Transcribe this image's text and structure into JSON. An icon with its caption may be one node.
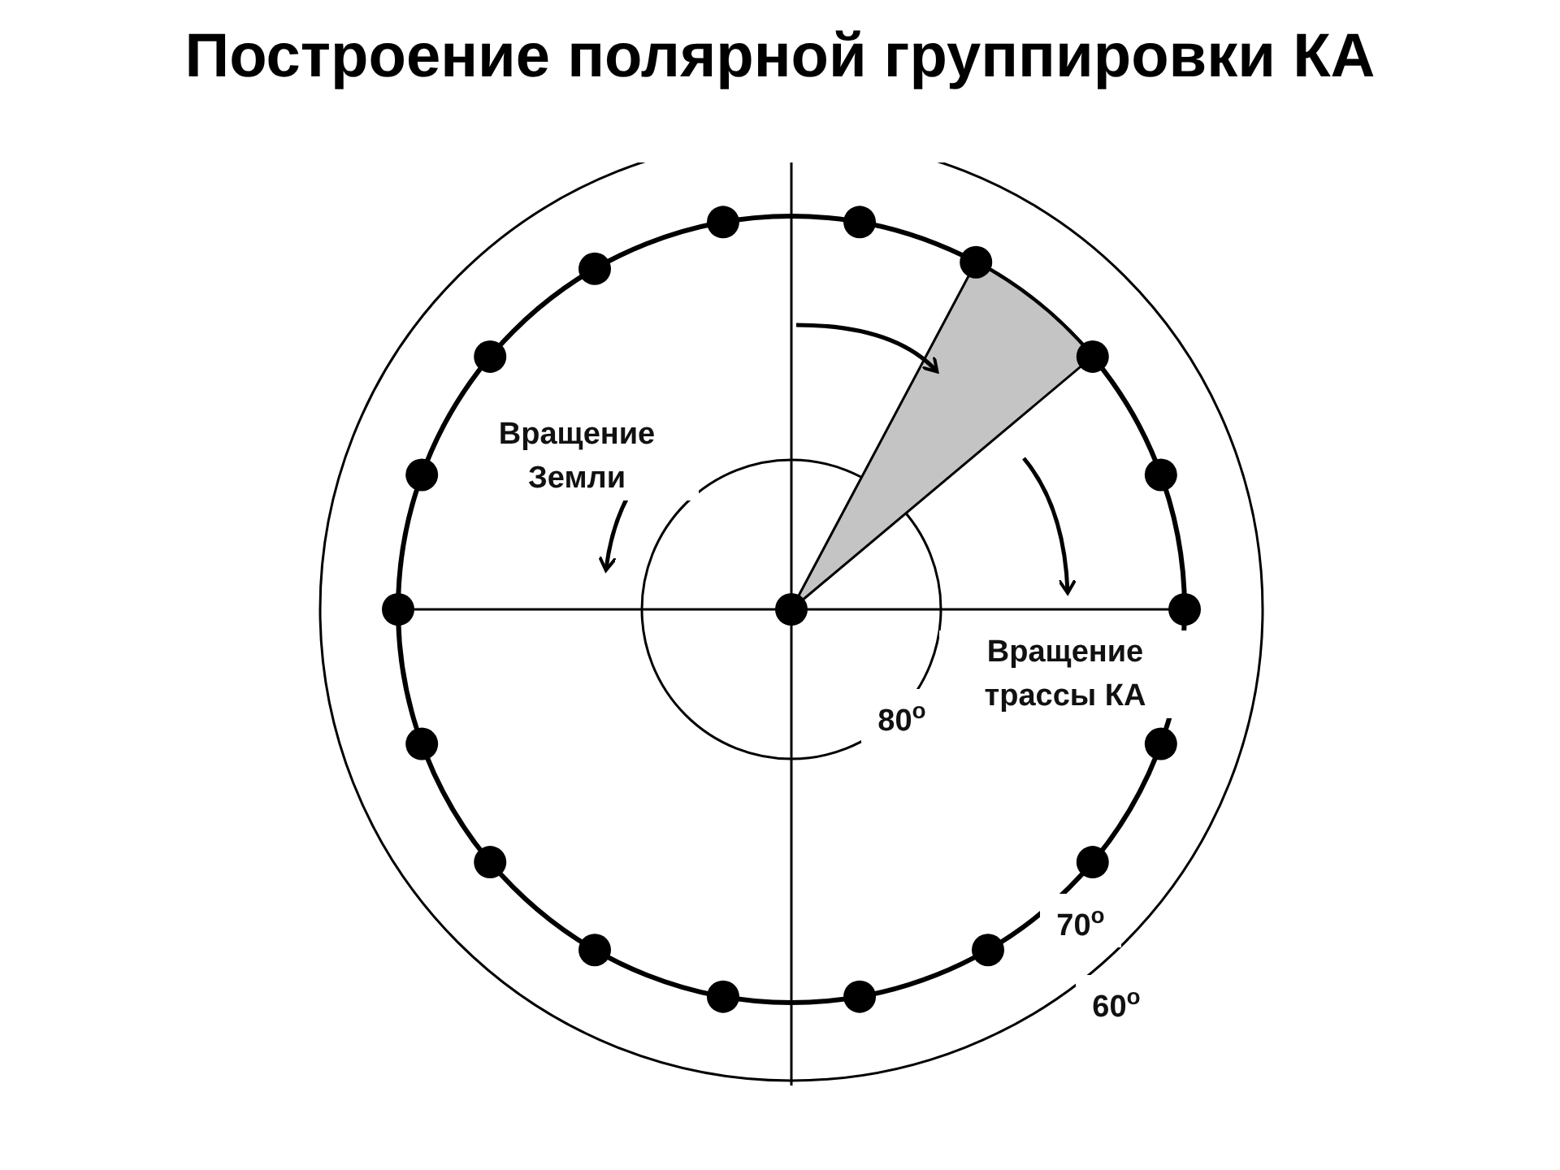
{
  "diagram": {
    "title": "Построение полярной группировки КА",
    "labels": [
      "Вращение Земли",
      "Вращение трассы КА",
      "80$^{o}$",
      "70$^{o}$",
      "60$^{o}$"
    ]
  }
}
